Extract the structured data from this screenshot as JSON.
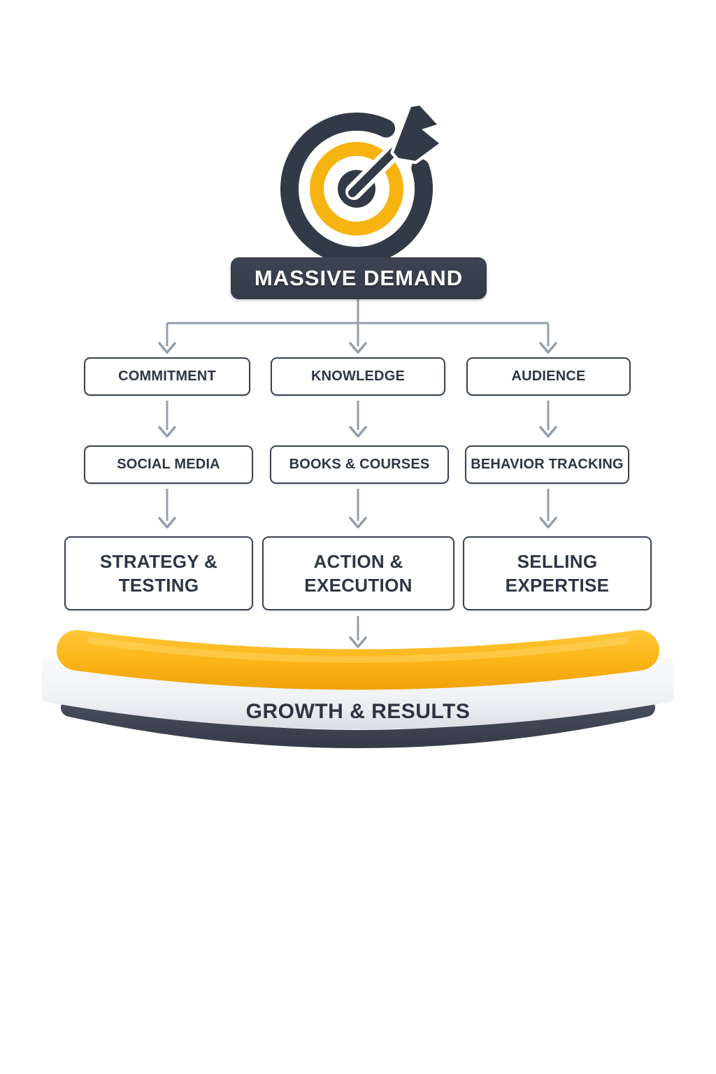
{
  "diagram": {
    "title": "MASSIVE DEMAND",
    "footer_label": "GROWTH & RESULTS",
    "icon": "target-dart-icon",
    "columns": [
      {
        "level1": "COMMITMENT",
        "level2": "SOCIAL MEDIA",
        "level3_line1": "STRATEGY &",
        "level3_line2": "TESTING"
      },
      {
        "level1": "KNOWLEDGE",
        "level2": "BOOKS & COURSES",
        "level3_line1": "ACTION &",
        "level3_line2": "EXECUTION"
      },
      {
        "level1": "AUDIENCE",
        "level2": "BEHAVIOR TRACKING",
        "level3_line1": "SELLING",
        "level3_line2": "EXPERTISE"
      }
    ],
    "colors": {
      "dark_navy": "#353B48",
      "box_border": "#3A4254",
      "box_text": "#2E3544",
      "accent_yellow": "#F7B411",
      "connector_gray": "#949DAC",
      "platform_light": "#EFF2F5"
    }
  }
}
